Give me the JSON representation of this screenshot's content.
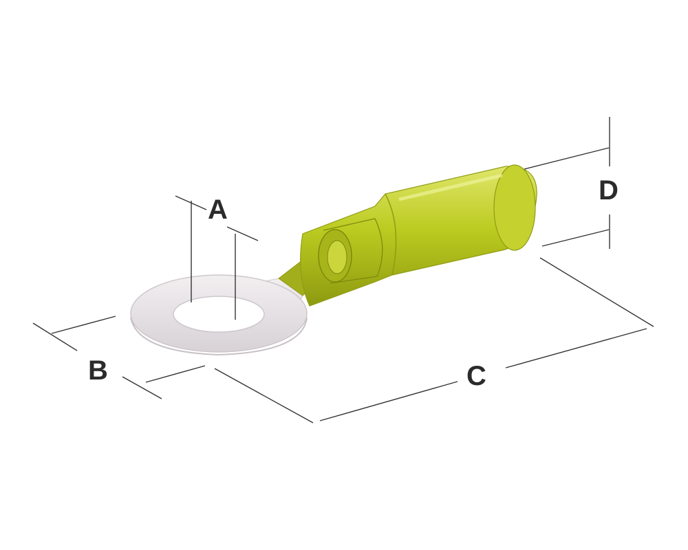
{
  "diagram": {
    "labels": {
      "A": "A",
      "B": "B",
      "C": "C",
      "D": "D"
    },
    "colors": {
      "ring": "#e9e5e8",
      "ring_edge": "#cdc7cc",
      "sleeve": "#b9c81e",
      "sleeve_dark": "#8f9c12",
      "sleeve_light": "#dbe35c",
      "lines": "#333333"
    }
  }
}
